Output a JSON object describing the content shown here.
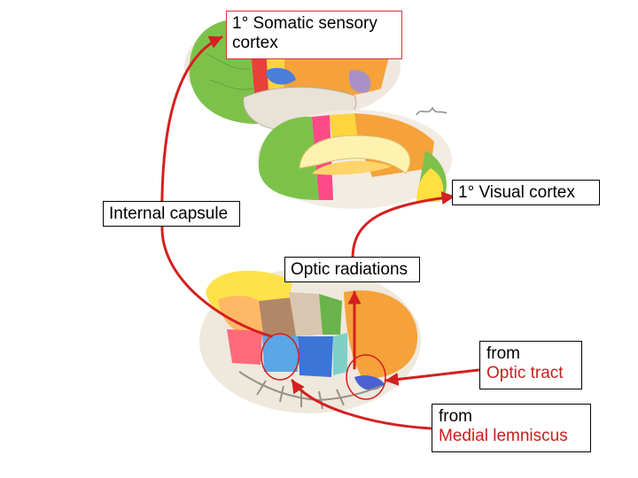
{
  "labels": {
    "somatic": "1° Somatic sensory cortex",
    "visual": "1° Visual cortex",
    "internal_capsule": "Internal capsule",
    "optic_radiations": "Optic radiations",
    "optic_tract_from": "from",
    "optic_tract_name": "Optic tract",
    "medial_from": "from",
    "medial_name": "Medial lemniscus"
  },
  "colors": {
    "arrow": "#d42020",
    "highlight": "#c81e1e"
  }
}
